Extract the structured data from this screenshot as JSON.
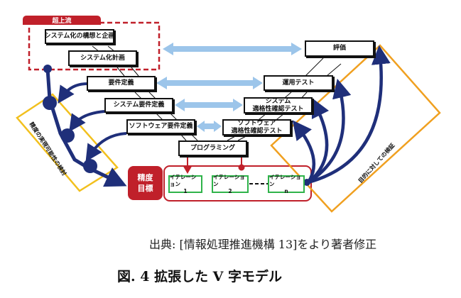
{
  "figure": {
    "upstream_tab": "超上流",
    "left_phases": [
      {
        "label": "システム化の構想と企画"
      },
      {
        "label": "システム化計画"
      },
      {
        "label": "要件定義"
      },
      {
        "label": "システム要件定義"
      },
      {
        "label": "ソフトウェア要件定義"
      }
    ],
    "bottom_phase": "プログラミング",
    "right_phases": [
      {
        "label": "評価"
      },
      {
        "label": "運用テスト"
      },
      {
        "label": "システム\n適格性確認テスト",
        "line1": "システム",
        "line2": "適格性確認テスト"
      },
      {
        "label": "ソフトウェア\n適格性確認テスト",
        "line1": "ソフトウェア",
        "line2": "適格性確認テスト"
      }
    ],
    "accuracy_target": {
      "line1": "精度",
      "line2": "目標"
    },
    "iterations": [
      {
        "line1": "イテレーション",
        "line2": "1"
      },
      {
        "line1": "イテレーション",
        "line2": "2"
      },
      {
        "line1": "イテレーション",
        "line2": "n"
      }
    ],
    "left_review_label": "精度の実現可能性の検討",
    "right_review_label": "目的に対しての検証",
    "colors": {
      "red": "#c0202a",
      "navy": "#1f2f7a",
      "light_blue": "#9cc5ea",
      "orange": "#f0a020",
      "yellow": "#f2c01e",
      "green": "#2fb34a"
    }
  },
  "source_text": "出典: [情報処理推進機構 13]をより著者修正",
  "caption": "図. 4 拡張した V 字モデル"
}
